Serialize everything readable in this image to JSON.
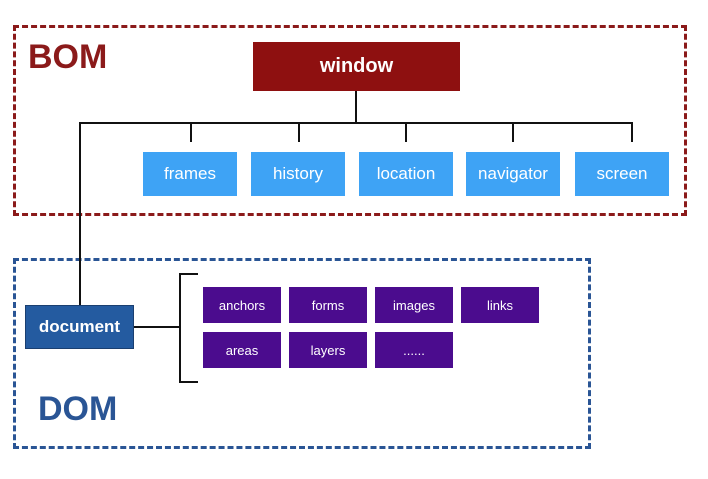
{
  "bom": {
    "label": "BOM",
    "root": "window",
    "children": [
      "frames",
      "history",
      "location",
      "navigator",
      "screen"
    ]
  },
  "dom": {
    "label": "DOM",
    "root": "document",
    "children": [
      "anchors",
      "forms",
      "images",
      "links",
      "areas",
      "layers",
      "......"
    ]
  },
  "colors": {
    "bom_border": "#8b1a1a",
    "window_fill": "#8e1010",
    "bom_child_fill": "#3ea3f5",
    "dom_border": "#2a5595",
    "document_fill": "#245ba0",
    "dom_child_fill": "#4b0c8e",
    "connector": "#111111"
  }
}
